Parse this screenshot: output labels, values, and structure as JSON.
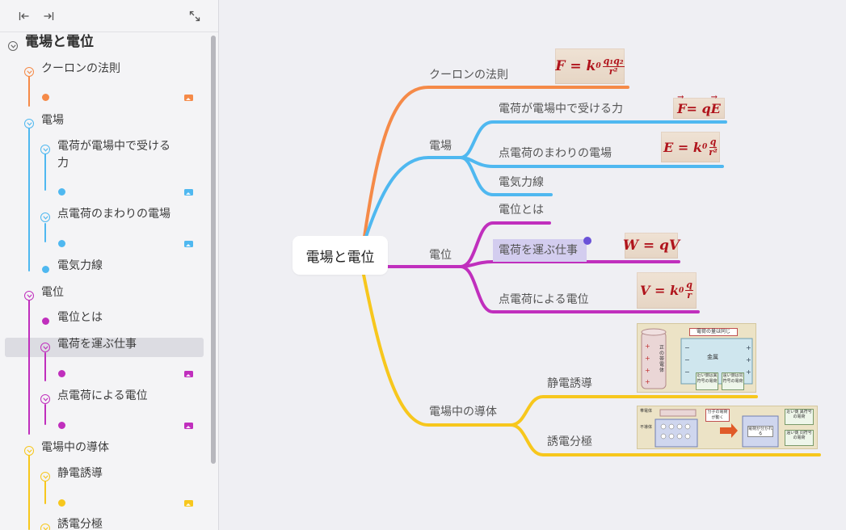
{
  "outline": {
    "root": "電場と電位",
    "items": [
      {
        "label": "クーロンの法則"
      },
      {
        "label": "電場"
      },
      {
        "label": "電荷が電場中で受ける力"
      },
      {
        "label": "点電荷のまわりの電場"
      },
      {
        "label": "電気力線"
      },
      {
        "label": "電位"
      },
      {
        "label": "電位とは"
      },
      {
        "label": "電荷を運ぶ仕事"
      },
      {
        "label": "点電荷による電位"
      },
      {
        "label": "電場中の導体"
      },
      {
        "label": "静電誘導"
      },
      {
        "label": "誘電分極"
      }
    ]
  },
  "mindmap": {
    "root": "電場と電位",
    "nodes": {
      "coulomb": "クーロンの法則",
      "field": "電場",
      "force": "電荷が電場中で受ける力",
      "point_field": "点電荷のまわりの電場",
      "lines": "電気力線",
      "potential": "電位",
      "potential_def": "電位とは",
      "work": "電荷を運ぶ仕事",
      "point_potential": "点電荷による電位",
      "conductor": "電場中の導体",
      "induction": "静電誘導",
      "polarization": "誘電分極"
    },
    "formulas": {
      "coulomb": {
        "lhs": "F = k",
        "sub": "0",
        "num": "q₁q₂",
        "den": "r²"
      },
      "force": {
        "lhs": "F",
        "mid": " = q",
        "rhs": "E"
      },
      "point_field": {
        "lhs": "E = k",
        "sub": "0",
        "num": "q",
        "den": "r²"
      },
      "work": {
        "text": "W = qV"
      },
      "point_potential": {
        "lhs": "V = k",
        "sub": "0",
        "num": "q",
        "den": "r"
      }
    },
    "illustrations": {
      "induction": {
        "cylinder_label": "正の帯電体",
        "box_title": "電荷の量は同じ",
        "metal": "金属",
        "near_note": "近い側は異符号の電荷",
        "far_note": "遠い側は同符号の電荷"
      },
      "polarization": {
        "top_label": "帯電体",
        "left_label": "不導体",
        "mid_note": "分子の電荷が動く",
        "right_note": "電荷が分かれる",
        "note1": "近い側 異符号の電荷",
        "note2": "遠い側 同符号の電荷"
      }
    }
  },
  "colors": {
    "orange": "#f58a48",
    "blue": "#4fb8f0",
    "purple": "#c02fbd",
    "yellow": "#f7c71d",
    "selection": "#6a52d8"
  },
  "icons": {
    "collapse_left": "arrow-to-left-icon",
    "expand_right": "arrow-to-right-icon",
    "fullscreen": "expand-arrows-icon",
    "chevron": "chevron-down-icon",
    "image": "image-icon"
  }
}
